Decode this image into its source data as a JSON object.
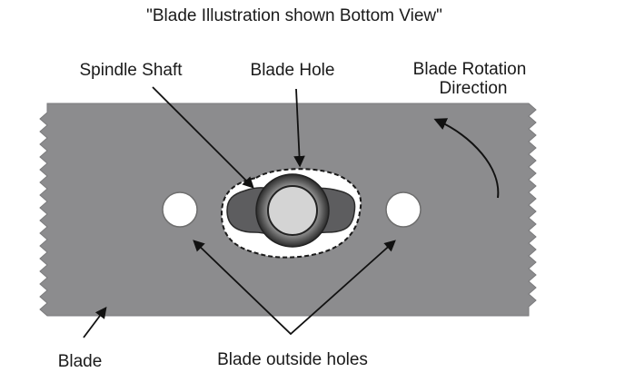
{
  "title": "\"Blade Illustration shown Bottom View\"",
  "labels": {
    "spindle_shaft": "Spindle Shaft",
    "blade_hole": "Blade Hole",
    "rotation_line1": "Blade Rotation",
    "rotation_line2": "Direction",
    "blade": "Blade",
    "outside_holes": "Blade outside holes"
  },
  "colors": {
    "blade": "#8c8c8e",
    "hole_background": "#ffffff",
    "text": "#1a1a1a"
  }
}
